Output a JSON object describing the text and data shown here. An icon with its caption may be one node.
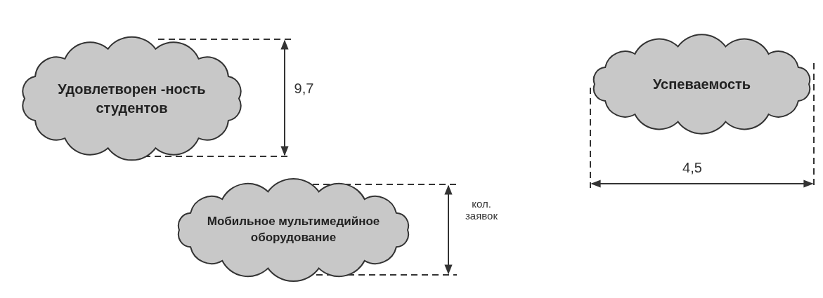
{
  "diagram": {
    "nodes": [
      {
        "text": [
          "Удовлетворен -ность студентов"
        ]
      },
      {
        "text": [
          "Успеваемость"
        ]
      },
      {
        "text": [
          "Мобильное мультимедийное оборудование"
        ]
      }
    ],
    "labels": [
      "9,7",
      "4,5",
      "кол. заявок"
    ]
  }
}
